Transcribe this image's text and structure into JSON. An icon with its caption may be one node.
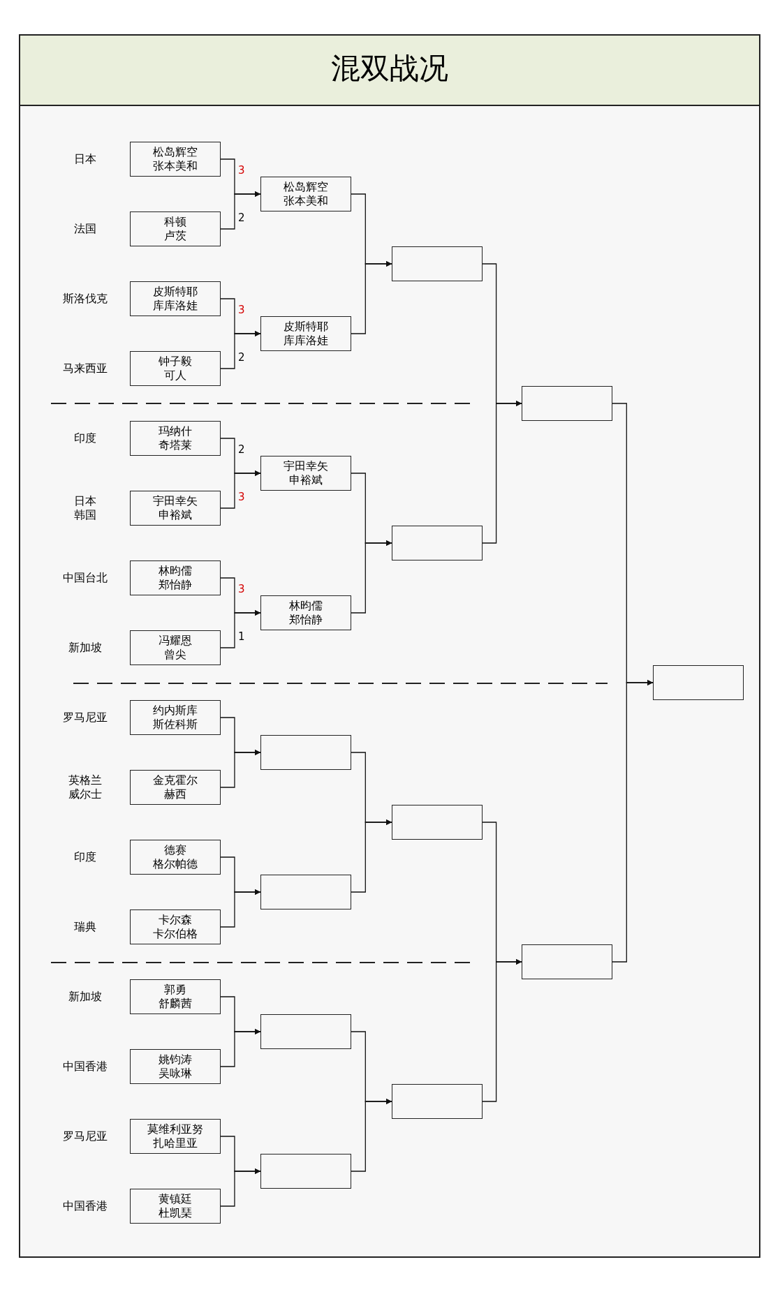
{
  "diagram": {
    "title": "混双战况",
    "nodes": [
      {
        "text": [
          "松岛辉空",
          "张本美和"
        ],
        "beside": [
          "日本"
        ]
      },
      {
        "text": [
          "科顿",
          "卢茨"
        ],
        "beside": [
          "法国"
        ]
      },
      {
        "text": [
          "皮斯特耶",
          "库库洛娃"
        ],
        "beside": [
          "斯洛伐克"
        ]
      },
      {
        "text": [
          "钟子毅",
          "可人"
        ],
        "beside": [
          "马来西亚"
        ]
      },
      {
        "text": [
          "玛纳什",
          "奇塔莱"
        ],
        "beside": [
          "印度"
        ]
      },
      {
        "text": [
          "宇田幸矢",
          "申裕斌"
        ],
        "beside": [
          "日本",
          "韩国"
        ]
      },
      {
        "text": [
          "林昀儒",
          "郑怡静"
        ],
        "beside": [
          "中国台北"
        ]
      },
      {
        "text": [
          "冯耀恩",
          "曾尖"
        ],
        "beside": [
          "新加坡"
        ]
      },
      {
        "text": [
          "约内斯库",
          "斯佐科斯"
        ],
        "beside": [
          "罗马尼亚"
        ]
      },
      {
        "text": [
          "金克霍尔",
          "赫西"
        ],
        "beside": [
          "英格兰",
          "威尔士"
        ]
      },
      {
        "text": [
          "德赛",
          "格尔帕德"
        ],
        "beside": [
          "印度"
        ]
      },
      {
        "text": [
          "卡尔森",
          "卡尔伯格"
        ],
        "beside": [
          "瑞典"
        ]
      },
      {
        "text": [
          "郭勇",
          "舒麟茜"
        ],
        "beside": [
          "新加坡"
        ]
      },
      {
        "text": [
          "姚钧涛",
          "吴咏琳"
        ],
        "beside": [
          "中国香港"
        ]
      },
      {
        "text": [
          "莫维利亚努",
          "扎哈里亚"
        ],
        "beside": [
          "罗马尼亚"
        ]
      },
      {
        "text": [
          "黄镇廷",
          "杜凯琹"
        ],
        "beside": [
          "中国香港"
        ]
      },
      {
        "text": [
          "松岛辉空",
          "张本美和"
        ]
      },
      {
        "text": [
          "皮斯特耶",
          "库库洛娃"
        ]
      },
      {
        "text": [
          "宇田幸矢",
          "申裕斌"
        ]
      },
      {
        "text": [
          "林昀儒",
          "郑怡静"
        ]
      },
      {
        "text": [],
        "shape": "box"
      },
      {
        "text": [],
        "shape": "box"
      },
      {
        "text": [],
        "shape": "box"
      },
      {
        "text": [],
        "shape": "box"
      },
      {
        "text": [],
        "shape": "box"
      },
      {
        "text": [],
        "shape": "box"
      },
      {
        "text": [],
        "shape": "box"
      },
      {
        "text": [],
        "shape": "box"
      },
      {
        "text": [],
        "shape": "box"
      },
      {
        "text": [],
        "shape": "box"
      },
      {
        "text": [],
        "shape": "box"
      }
    ],
    "edges": [
      {
        "from": 0,
        "to": 16,
        "arrow": "to",
        "label": "3"
      },
      {
        "from": 1,
        "to": 16,
        "arrow": "to",
        "label": "2"
      },
      {
        "from": 2,
        "to": 17,
        "arrow": "to",
        "label": "3"
      },
      {
        "from": 3,
        "to": 17,
        "arrow": "to",
        "label": "2"
      },
      {
        "from": 4,
        "to": 18,
        "arrow": "to",
        "label": "2"
      },
      {
        "from": 5,
        "to": 18,
        "arrow": "to",
        "label": "3"
      },
      {
        "from": 6,
        "to": 19,
        "arrow": "to",
        "label": "3"
      },
      {
        "from": 7,
        "to": 19,
        "arrow": "to",
        "label": "1"
      },
      {
        "from": 8,
        "to": 20,
        "arrow": "to"
      },
      {
        "from": 9,
        "to": 20,
        "arrow": "to"
      },
      {
        "from": 10,
        "to": 21,
        "arrow": "to"
      },
      {
        "from": 11,
        "to": 21,
        "arrow": "to"
      },
      {
        "from": 12,
        "to": 22,
        "arrow": "to"
      },
      {
        "from": 13,
        "to": 22,
        "arrow": "to"
      },
      {
        "from": 14,
        "to": 23,
        "arrow": "to"
      },
      {
        "from": 15,
        "to": 23,
        "arrow": "to"
      },
      {
        "from": 16,
        "to": 24,
        "arrow": "to"
      },
      {
        "from": 17,
        "to": 24,
        "arrow": "to"
      },
      {
        "from": 18,
        "to": 25,
        "arrow": "to"
      },
      {
        "from": 19,
        "to": 25,
        "arrow": "to"
      },
      {
        "from": 20,
        "to": 26,
        "arrow": "to"
      },
      {
        "from": 21,
        "to": 26,
        "arrow": "to"
      },
      {
        "from": 22,
        "to": 27,
        "arrow": "to"
      },
      {
        "from": 23,
        "to": 27,
        "arrow": "to"
      },
      {
        "from": 24,
        "to": 28,
        "arrow": "to"
      },
      {
        "from": 25,
        "to": 28,
        "arrow": "to"
      },
      {
        "from": 26,
        "to": 29,
        "arrow": "to"
      },
      {
        "from": 27,
        "to": 29,
        "arrow": "to"
      },
      {
        "from": 28,
        "to": 30,
        "arrow": "to"
      },
      {
        "from": 29,
        "to": 30,
        "arrow": "to"
      }
    ]
  }
}
